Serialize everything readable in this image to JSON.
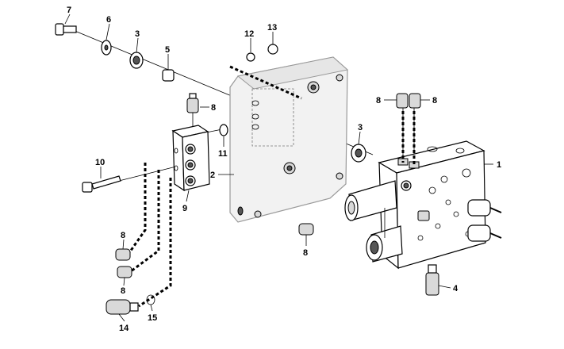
{
  "labels": {
    "p1": "1",
    "p2": "2",
    "p3a": "3",
    "p3b": "3",
    "p4": "4",
    "p5": "5",
    "p6": "6",
    "p7": "7",
    "p8a": "8",
    "p8b": "8",
    "p8c": "8",
    "p8d": "8",
    "p8e": "8",
    "p8f": "8",
    "p9": "9",
    "p10": "10",
    "p11": "11",
    "p12": "12",
    "p13": "13",
    "p14": "14",
    "p15": "15"
  }
}
